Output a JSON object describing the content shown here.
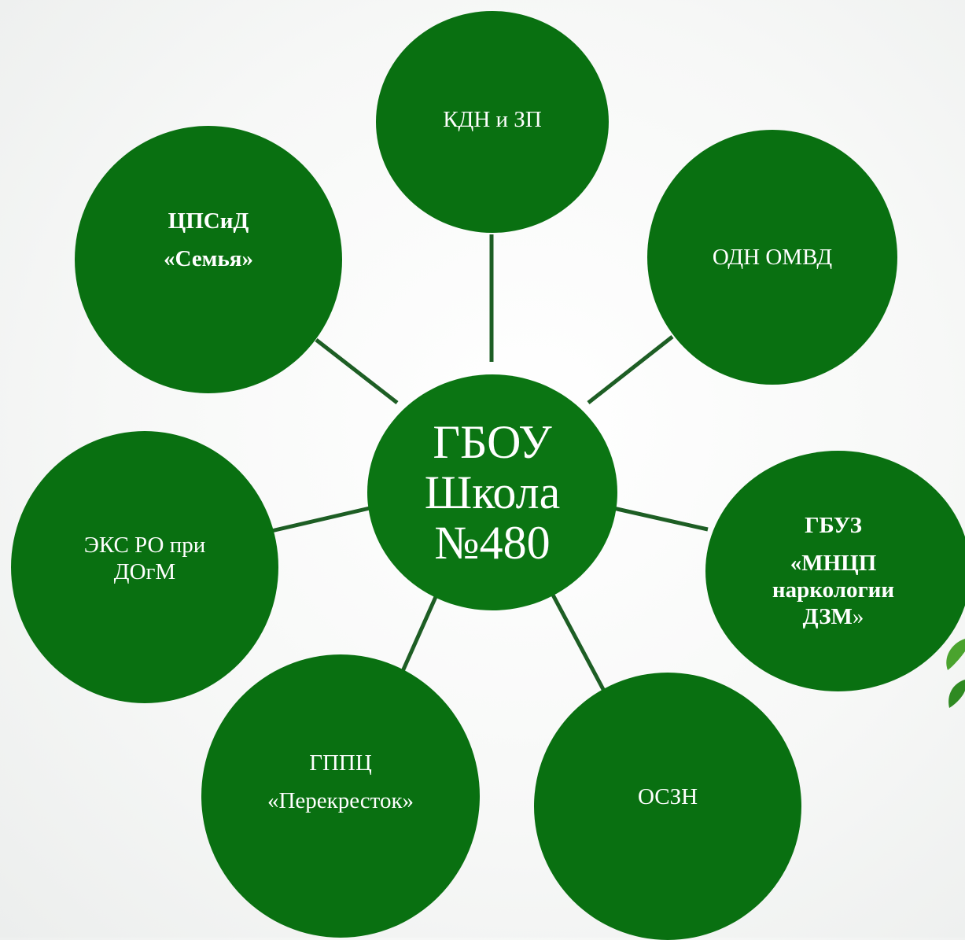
{
  "colors": {
    "node_fill": "#097011",
    "center_fill": "#0b7513",
    "connector": "#1d5e24",
    "node_text": "#ffffff",
    "background": "#f5f6f5",
    "leaf_accent": "#3f9a2a"
  },
  "center": {
    "lines": [
      "ГБОУ",
      "Школа",
      "№480"
    ]
  },
  "nodes": {
    "kdn": {
      "lines": [
        "КДН и ЗП"
      ]
    },
    "odn": {
      "lines": [
        "ОДН ОМВД"
      ]
    },
    "gbuz": {
      "lines": [
        "ГБУЗ",
        "«МНЦП",
        "наркологии",
        "ДЗМ",
        "»"
      ]
    },
    "oszn": {
      "lines": [
        "ОСЗН"
      ]
    },
    "gppc": {
      "lines": [
        "ГППЦ",
        "«Перекресток»"
      ]
    },
    "eks": {
      "lines": [
        "ЭКС РО при",
        "ДОгМ"
      ]
    },
    "cpsid": {
      "lines": [
        "ЦПСиД",
        "«Семья»"
      ]
    }
  }
}
